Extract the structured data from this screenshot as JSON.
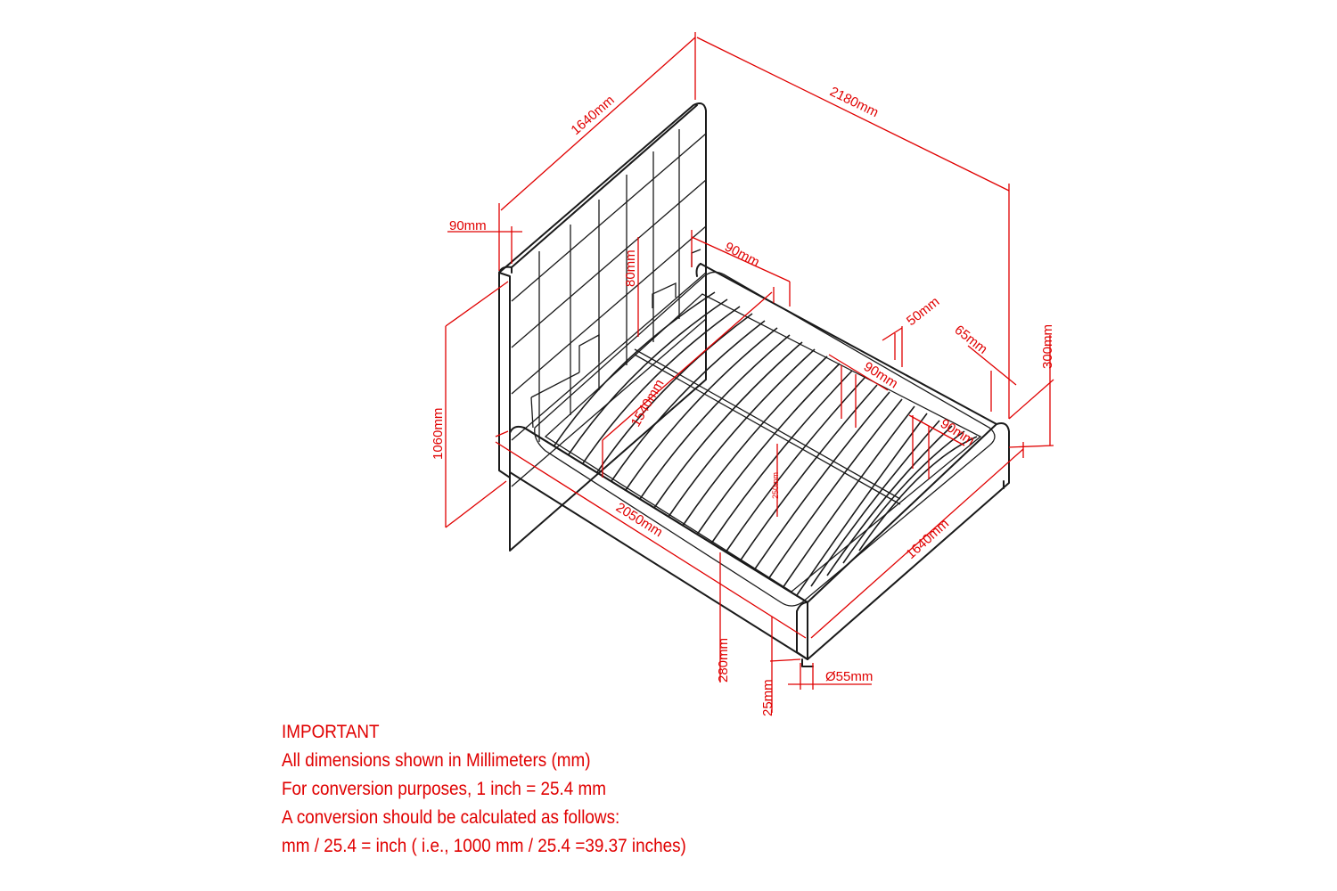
{
  "dimensions": {
    "headboard_width": "1640mm",
    "overall_length": "2180mm",
    "headboard_thickness": "90mm",
    "headboard_height": "1060mm",
    "slat_length": "1540mm",
    "inner_rail_top": "90mm",
    "leg_block_height": "80mm",
    "slat_width": "50mm",
    "slat_gap": "65mm",
    "side_rail_height": "300mm",
    "slat_spacing_a": "90mm",
    "slat_spacing_b": "90mm",
    "center_rail_height": "250mm",
    "side_length": "2050mm",
    "foot_width": "1640mm",
    "frame_height": "280mm",
    "leg_height": "25mm",
    "leg_diameter": "Ø55mm"
  },
  "notes": {
    "heading": "IMPORTANT",
    "line1": "All dimensions shown in Millimeters (mm)",
    "line2": "For conversion purposes, 1 inch = 25.4 mm",
    "line3": "A conversion should be calculated as follows:",
    "line4": "mm / 25.4 = inch ( i.e., 1000 mm / 25.4 =39.37 inches)"
  },
  "colors": {
    "drawing": "#1a1a1a",
    "dimension": "#e00000"
  }
}
